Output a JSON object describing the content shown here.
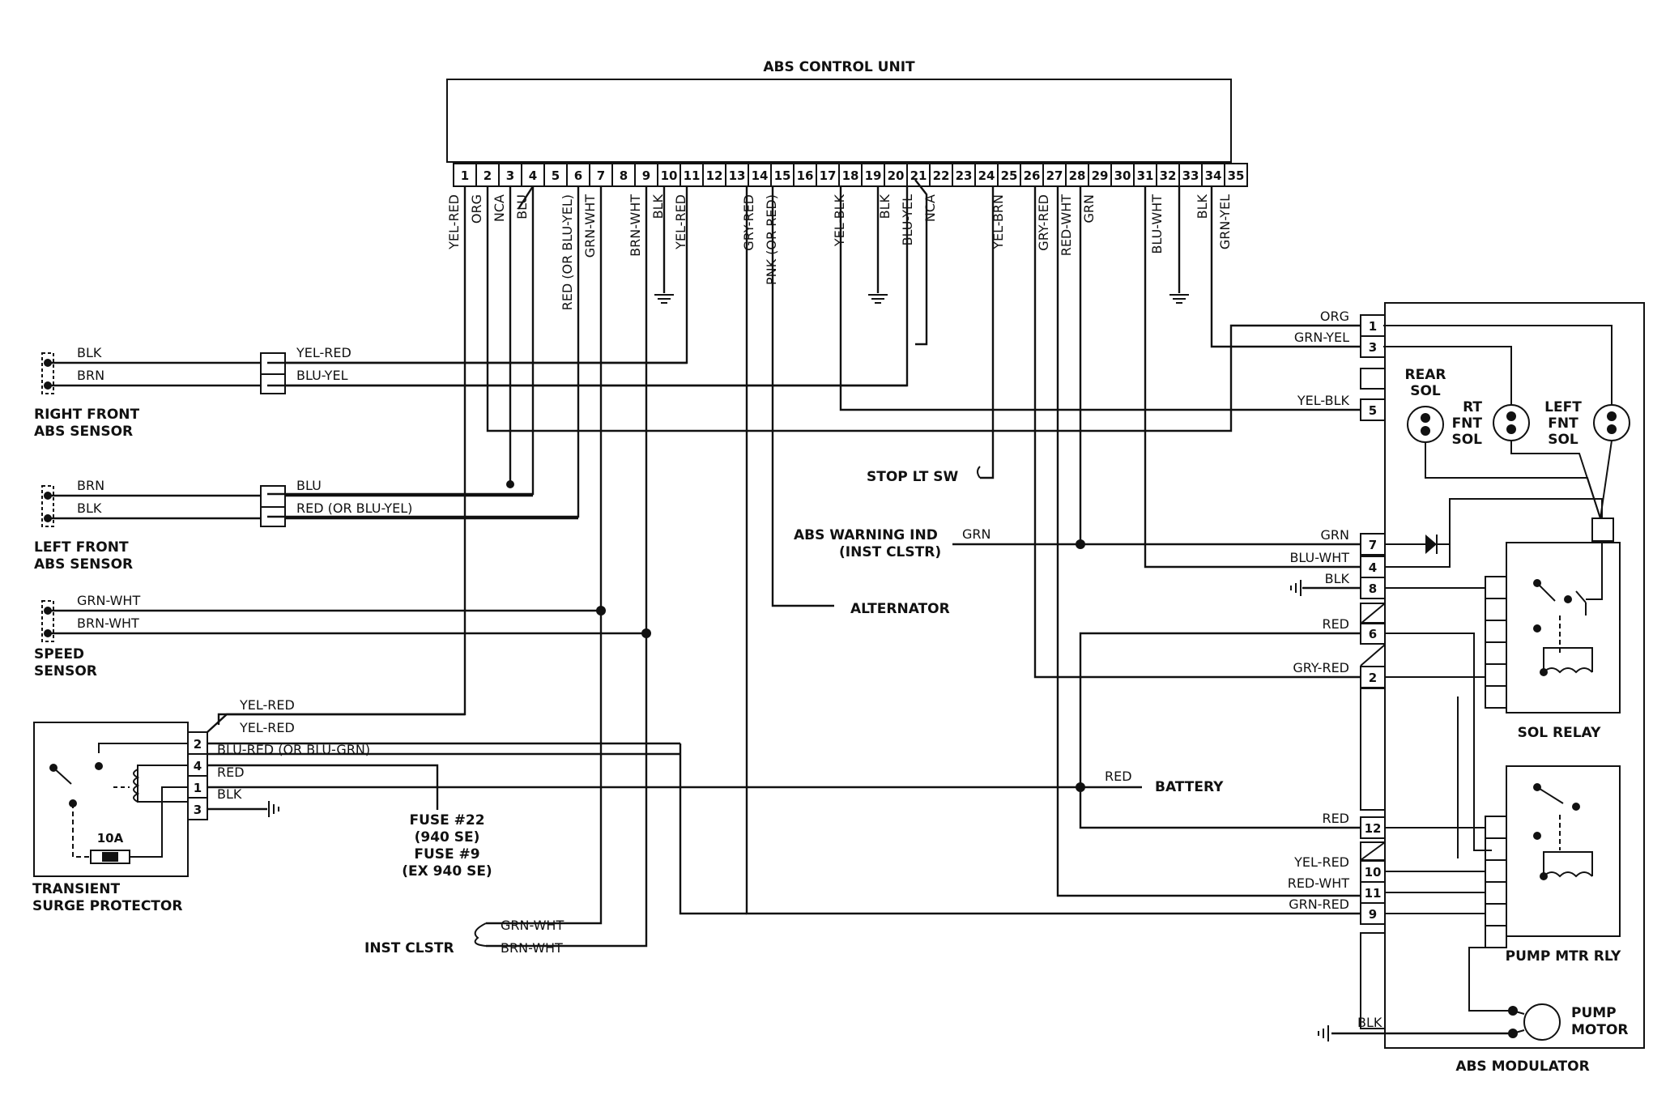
{
  "control_unit": {
    "title": "ABS CONTROL UNIT",
    "pins": [
      "1",
      "2",
      "3",
      "4",
      "5",
      "6",
      "7",
      "8",
      "9",
      "10",
      "11",
      "12",
      "13",
      "14",
      "15",
      "16",
      "17",
      "18",
      "19",
      "20",
      "21",
      "22",
      "23",
      "24",
      "25",
      "26",
      "27",
      "28",
      "29",
      "30",
      "31",
      "32",
      "33",
      "34",
      "35"
    ],
    "pin_wires": [
      {
        "pin": "1",
        "label": "YEL-RED"
      },
      {
        "pin": "2",
        "label": "ORG"
      },
      {
        "pin": "3",
        "label": "NCA"
      },
      {
        "pin": "4",
        "label": "BLU"
      },
      {
        "pin": "6",
        "label": "RED (OR BLU-YEL)"
      },
      {
        "pin": "7",
        "label": "GRN-WHT"
      },
      {
        "pin": "9",
        "label": "BRN-WHT"
      },
      {
        "pin": "10",
        "label": "BLK"
      },
      {
        "pin": "11",
        "label": "YEL-RED"
      },
      {
        "pin": "14",
        "label": "GRY-RED"
      },
      {
        "pin": "15",
        "label": "PNK (OR RED)"
      },
      {
        "pin": "18",
        "label": "YEL-BLK"
      },
      {
        "pin": "20",
        "label": "BLK"
      },
      {
        "pin": "21",
        "label": "BLU-YEL"
      },
      {
        "pin": "22",
        "label": "NCA"
      },
      {
        "pin": "25",
        "label": "YEL-BRN"
      },
      {
        "pin": "27",
        "label": "GRY-RED"
      },
      {
        "pin": "28",
        "label": "RED-WHT"
      },
      {
        "pin": "29",
        "label": "GRN"
      },
      {
        "pin": "32",
        "label": "BLU-WHT"
      },
      {
        "pin": "34",
        "label": "BLK"
      },
      {
        "pin": "35",
        "label": "GRN-YEL"
      }
    ]
  },
  "sensors": {
    "right_front": {
      "title_line1": "RIGHT FRONT",
      "title_line2": "ABS SENSOR",
      "wire1": "BLK",
      "wire2": "BRN",
      "conn_wire1": "YEL-RED",
      "conn_wire2": "BLU-YEL"
    },
    "left_front": {
      "title_line1": "LEFT FRONT",
      "title_line2": "ABS SENSOR",
      "wire1": "BRN",
      "wire2": "BLK",
      "conn_wire1": "BLU",
      "conn_wire2": "RED (OR BLU-YEL)"
    },
    "speed": {
      "title_line1": "SPEED",
      "title_line2": "SENSOR",
      "wire1": "GRN-WHT",
      "wire2": "BRN-WHT"
    }
  },
  "surge_protector": {
    "title_line1": "TRANSIENT",
    "title_line2": "SURGE PROTECTOR",
    "fuse_rating": "10A",
    "pins": [
      "2",
      "4",
      "1",
      "3"
    ],
    "wires": {
      "yel_red_top": "YEL-RED",
      "yel_red": "YEL-RED",
      "blu_red": "BLU-RED (OR BLU-GRN)",
      "red": "RED",
      "blk": "BLK"
    }
  },
  "external": {
    "stop_lt_sw": "STOP LT SW",
    "abs_warning_line1": "ABS WARNING IND",
    "abs_warning_line2": "(INST CLSTR)",
    "abs_warning_wire": "GRN",
    "alternator": "ALTERNATOR",
    "battery": "BATTERY",
    "battery_wire": "RED",
    "fuse_line1": "FUSE #22",
    "fuse_line2": "(940 SE)",
    "fuse_line3": "FUSE #9",
    "fuse_line4": "(EX 940 SE)",
    "inst_clstr": "INST CLSTR",
    "inst_wire1": "GRN-WHT",
    "inst_wire2": "BRN-WHT"
  },
  "modulator": {
    "title": "ABS MODULATOR",
    "pins": [
      {
        "num": "1",
        "wire": "ORG"
      },
      {
        "num": "3",
        "wire": "GRN-YEL"
      },
      {
        "num": "5",
        "wire": "YEL-BLK"
      },
      {
        "num": "7",
        "wire": "GRN"
      },
      {
        "num": "4",
        "wire": "BLU-WHT"
      },
      {
        "num": "8",
        "wire": "BLK"
      },
      {
        "num": "6",
        "wire": "RED"
      },
      {
        "num": "2",
        "wire": "GRY-RED"
      },
      {
        "num": "12",
        "wire": "RED"
      },
      {
        "num": "10",
        "wire": "YEL-RED"
      },
      {
        "num": "11",
        "wire": "RED-WHT"
      },
      {
        "num": "9",
        "wire": "GRN-RED"
      }
    ],
    "rear_sol_line1": "REAR",
    "rear_sol_line2": "SOL",
    "rt_fnt_sol_line1": "RT",
    "rt_fnt_sol_line2": "FNT",
    "rt_fnt_sol_line3": "SOL",
    "left_fnt_sol_line1": "LEFT",
    "left_fnt_sol_line2": "FNT",
    "left_fnt_sol_line3": "SOL",
    "sol_relay": "SOL RELAY",
    "pump_mtr_rly": "PUMP MTR RLY",
    "pump_motor_line1": "PUMP",
    "pump_motor_line2": "MOTOR",
    "pump_motor_wire": "BLK"
  }
}
